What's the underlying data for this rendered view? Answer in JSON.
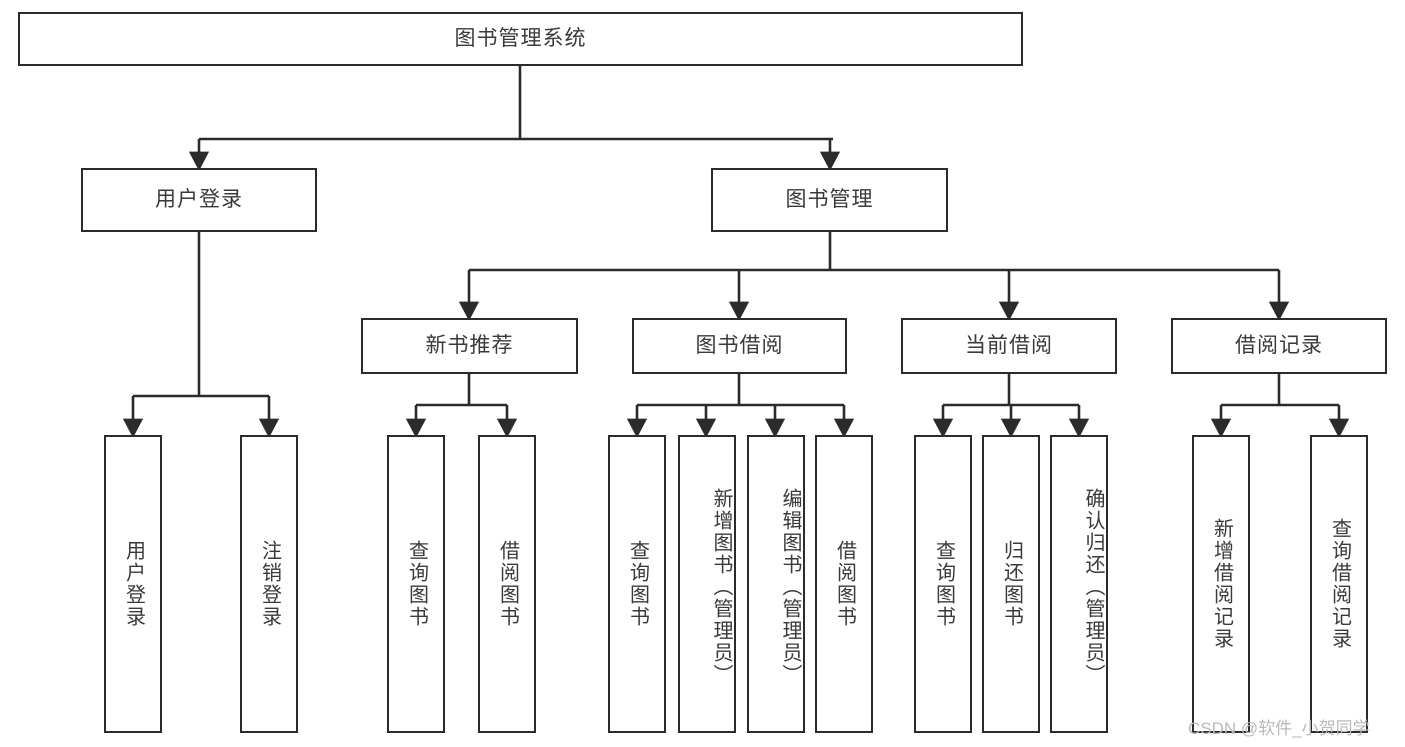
{
  "diagram": {
    "title": "图书管理系统",
    "type": "tree",
    "watermark": "CSDN @软件_小贺同学",
    "colors": {
      "node_border": "#2b2b2b",
      "node_fill": "#ffffff",
      "text": "#3a3a3a",
      "edge": "#2b2b2b",
      "watermark": "#b9b9b9",
      "background": "#ffffff"
    },
    "root": {
      "label": "图书管理系统"
    },
    "level2": [
      {
        "label": "用户登录"
      },
      {
        "label": "图书管理"
      }
    ],
    "level3": [
      {
        "label": "新书推荐"
      },
      {
        "label": "图书借阅"
      },
      {
        "label": "当前借阅"
      },
      {
        "label": "借阅记录"
      }
    ],
    "leaves": {
      "user_login": [
        {
          "label": "用户登录"
        },
        {
          "label": "注销登录"
        }
      ],
      "new_book_recommend": [
        {
          "label": "查询图书"
        },
        {
          "label": "借阅图书"
        }
      ],
      "book_borrow": [
        {
          "label": "查询图书"
        },
        {
          "label": "新增图书（管理员）"
        },
        {
          "label": "编辑图书（管理员）"
        },
        {
          "label": "借阅图书"
        }
      ],
      "current_borrow": [
        {
          "label": "查询图书"
        },
        {
          "label": "归还图书"
        },
        {
          "label": "确认归还（管理员）"
        }
      ],
      "borrow_record": [
        {
          "label": "新增借阅记录"
        },
        {
          "label": "查询借阅记录"
        }
      ]
    }
  }
}
